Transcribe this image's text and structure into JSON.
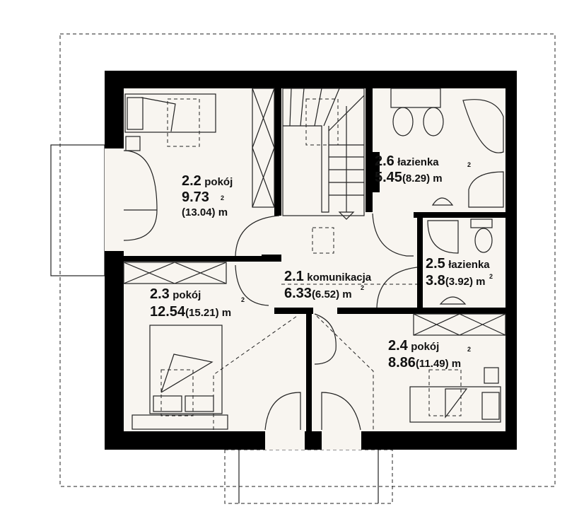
{
  "plan": {
    "unit_superscript": "2",
    "rooms": [
      {
        "number": "2.2",
        "name": "pokój",
        "area": "9.73",
        "area_gross": "(13.04) m"
      },
      {
        "number": "2.6",
        "name": "łazienka",
        "area": "5.45",
        "area_gross": "(8.29) m"
      },
      {
        "number": "2.5",
        "name": "łazienka",
        "area": "3.8",
        "area_gross": "(3.92) m"
      },
      {
        "number": "2.1",
        "name": "komunikacja",
        "area": "6.33",
        "area_gross": "(6.52) m"
      },
      {
        "number": "2.3",
        "name": "pokój",
        "area": "12.54",
        "area_gross": "(15.21) m"
      },
      {
        "number": "2.4",
        "name": "pokój",
        "area": "8.86",
        "area_gross": "(11.49) m"
      }
    ],
    "colors": {
      "wall": "#000000",
      "floor": "#f8f5f0",
      "line": "#222222"
    }
  }
}
